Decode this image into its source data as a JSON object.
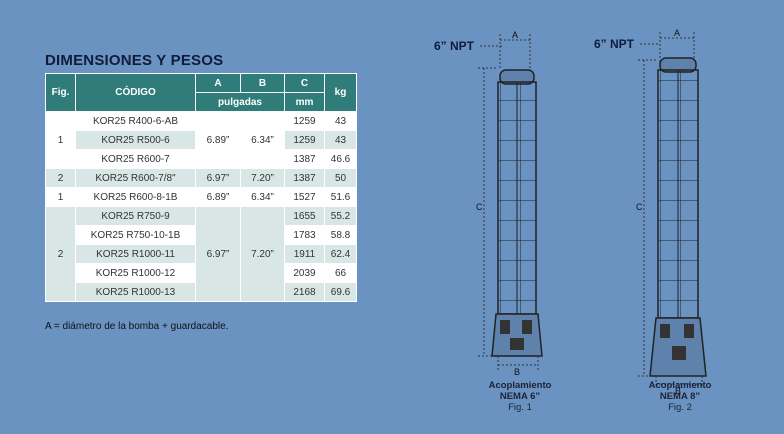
{
  "title": "DIMENSIONES Y PESOS",
  "table": {
    "headers": {
      "fig": "Fig.",
      "codigo": "CÓDIGO",
      "a": "A",
      "b": "B",
      "c": "C",
      "kg": "kg",
      "pulgadas": "pulgadas",
      "mm": "mm"
    },
    "rows": [
      {
        "code": "KOR25 R400-6-AB",
        "c": "1259",
        "kg": "43"
      },
      {
        "code": "KOR25 R500-6",
        "c": "1259",
        "kg": "43"
      },
      {
        "code": "KOR25 R600-7",
        "c": "1387",
        "kg": "46.6"
      },
      {
        "code": "KOR25 R600-7/8\"",
        "c": "1387",
        "kg": "50"
      },
      {
        "code": "KOR25 R600-8-1B",
        "c": "1527",
        "kg": "51.6"
      },
      {
        "code": "KOR25 R750-9",
        "c": "1655",
        "kg": "55.2"
      },
      {
        "code": "KOR25 R750-10-1B",
        "c": "1783",
        "kg": "58.8"
      },
      {
        "code": "KOR25 R1000-11",
        "c": "1911",
        "kg": "62.4"
      },
      {
        "code": "KOR25 R1000-12",
        "c": "2039",
        "kg": "66"
      },
      {
        "code": "KOR25 R1000-13",
        "c": "2168",
        "kg": "69.6"
      }
    ],
    "groups": [
      {
        "fig": "1",
        "a": "6.89”",
        "b": "6.34”"
      },
      {
        "fig": "2",
        "a": "6.97”",
        "b": "7.20”"
      },
      {
        "fig": "1",
        "a": "6.89”",
        "b": "6.34”"
      },
      {
        "fig": "2",
        "a": "6.97”",
        "b": "7.20”"
      }
    ]
  },
  "note": "A = diámetro de la bomba + guardacable.",
  "figures": [
    {
      "npt": "6” NPT",
      "a": "A",
      "b": "B",
      "c": "C",
      "coupling1": "Acoplamiento",
      "coupling2": "NEMA 6”",
      "label": "Fig. 1"
    },
    {
      "npt": "6” NPT",
      "a": "A",
      "b": "B",
      "c": "C",
      "coupling1": "Acoplamiento",
      "coupling2": "NEMA 8”",
      "label": "Fig. 2"
    }
  ]
}
